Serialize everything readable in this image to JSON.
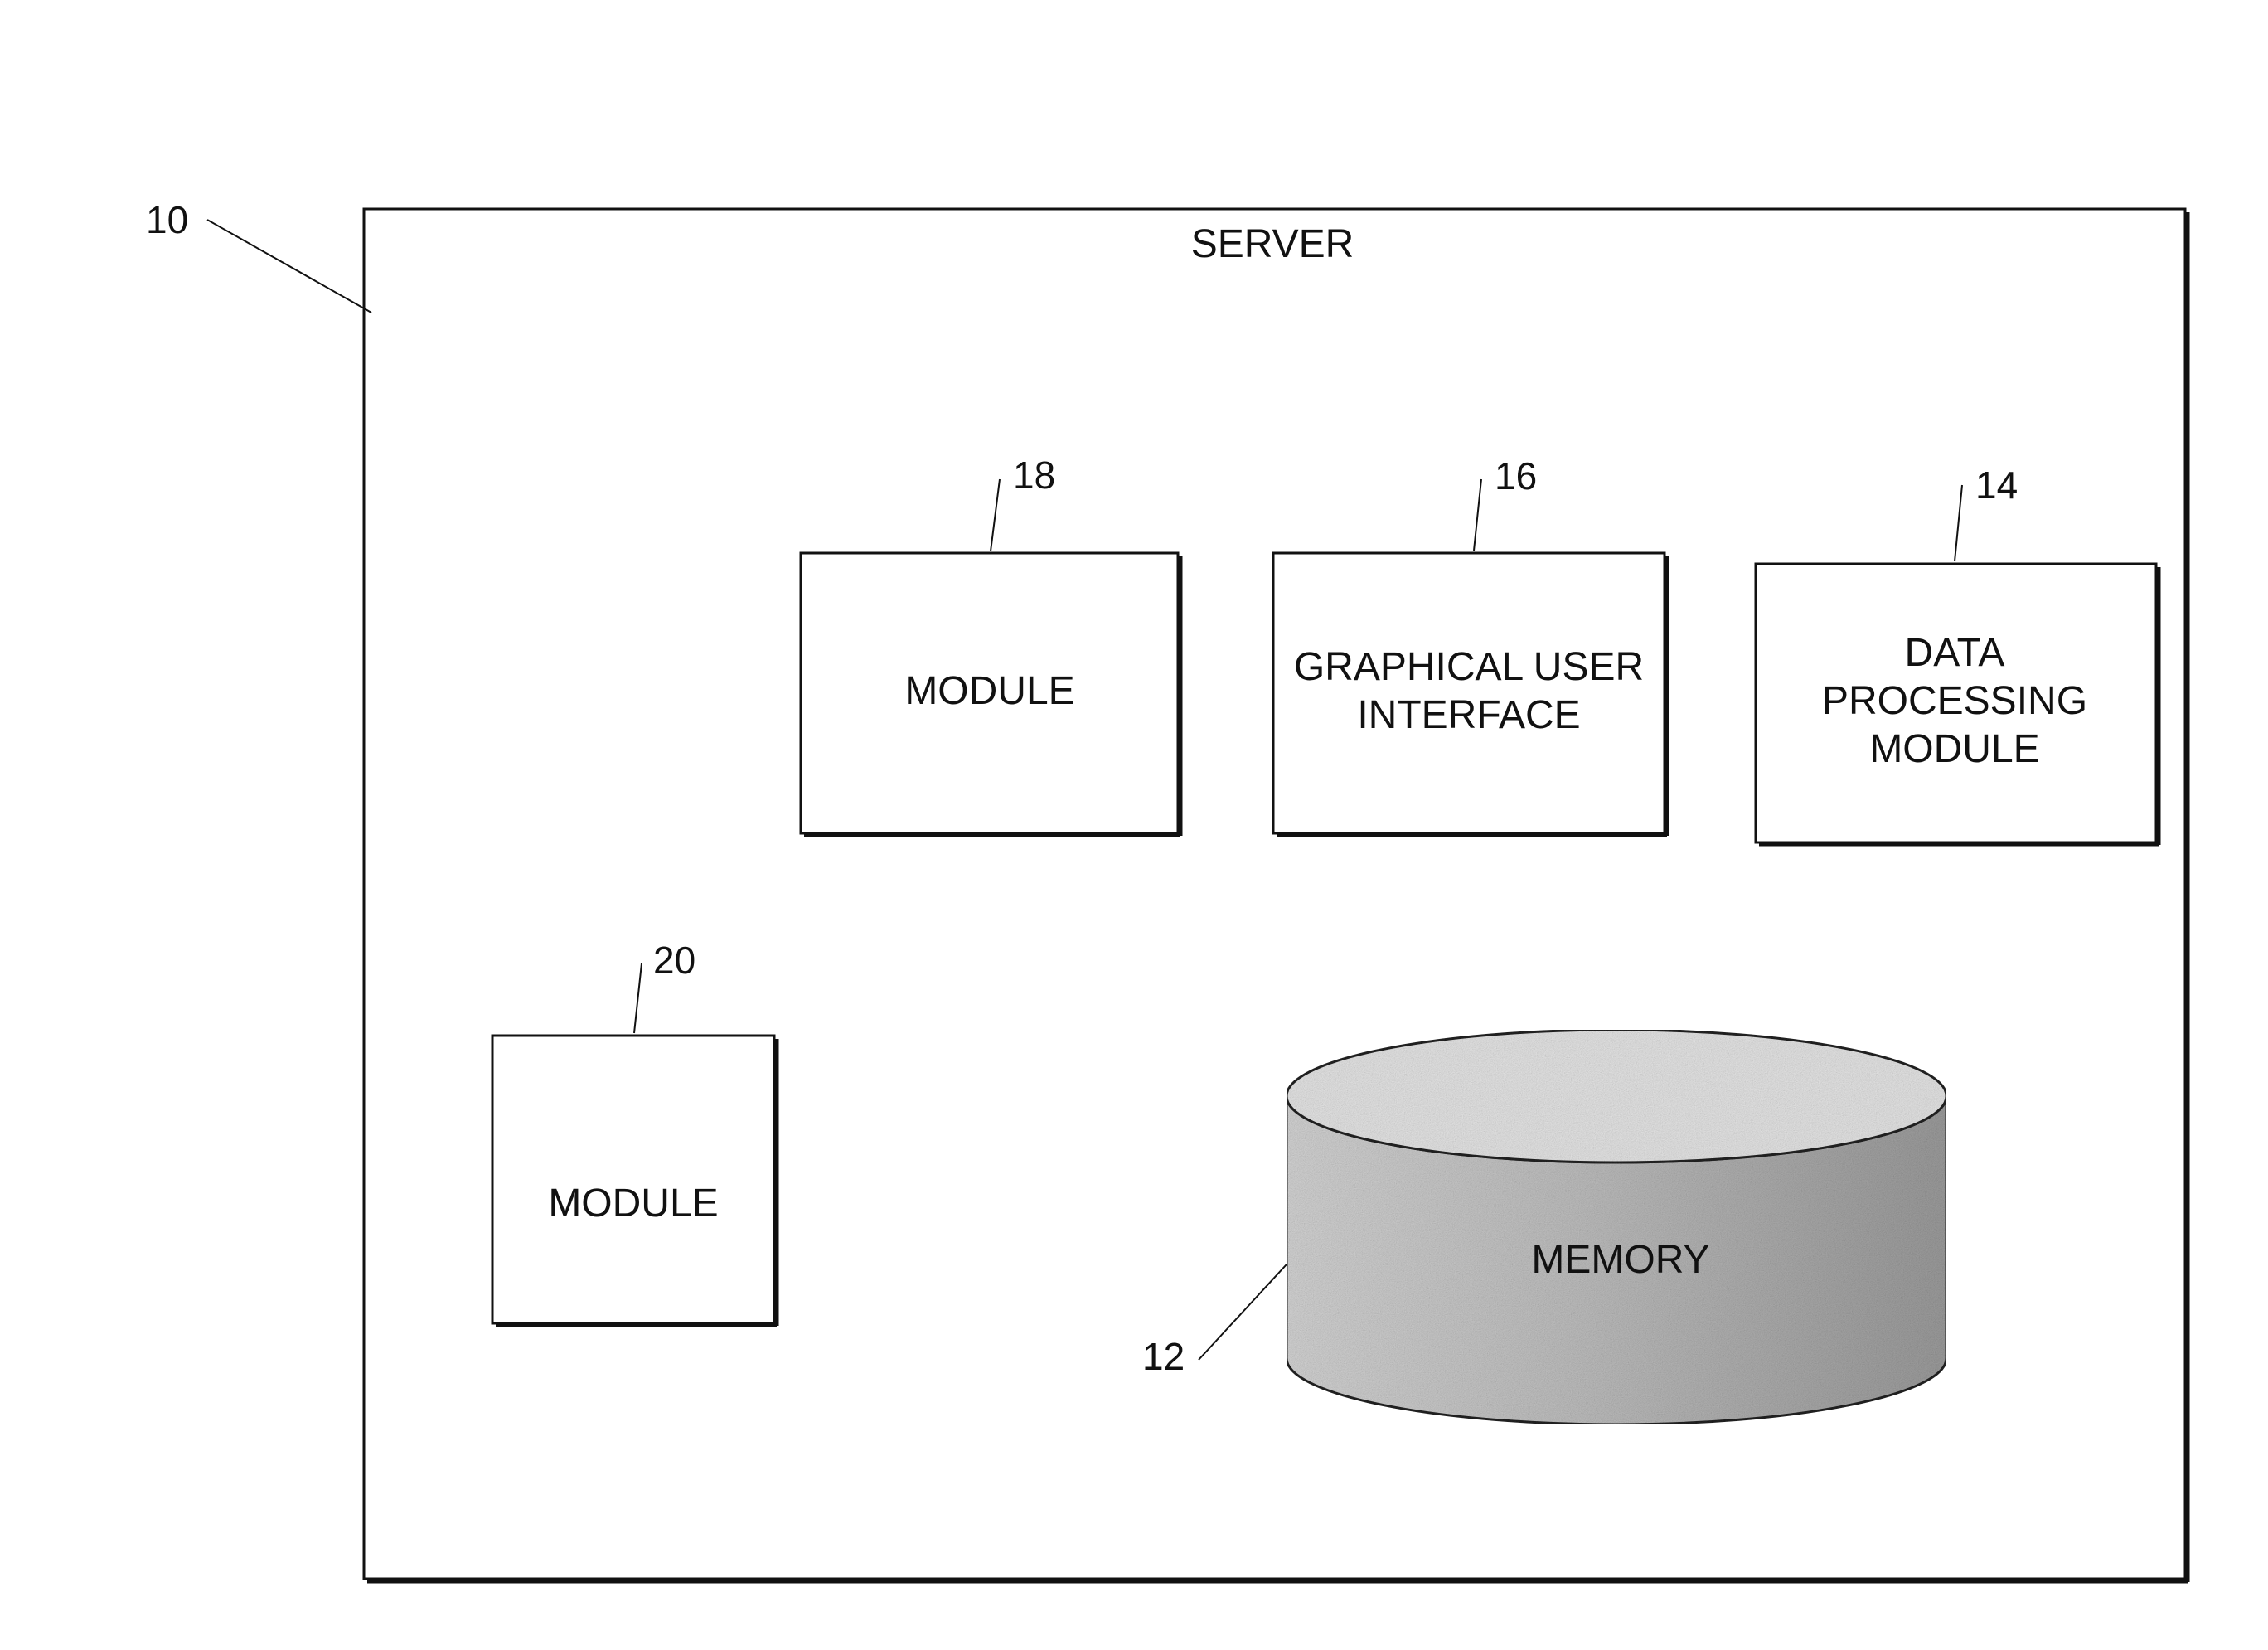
{
  "figure": {
    "server": {
      "title": "SERVER",
      "ref": "10"
    },
    "components": [
      {
        "id": "module_18",
        "lines": [
          "MODULE"
        ],
        "ref": "18"
      },
      {
        "id": "gui_16",
        "lines": [
          "GRAPHICAL USER",
          "INTERFACE"
        ],
        "ref": "16"
      },
      {
        "id": "dpm_14",
        "lines": [
          "DATA",
          "PROCESSING",
          "MODULE"
        ],
        "ref": "14"
      },
      {
        "id": "module_20",
        "lines": [
          "MODULE"
        ],
        "ref": "20"
      }
    ],
    "memory": {
      "label": "MEMORY",
      "ref": "12"
    }
  }
}
